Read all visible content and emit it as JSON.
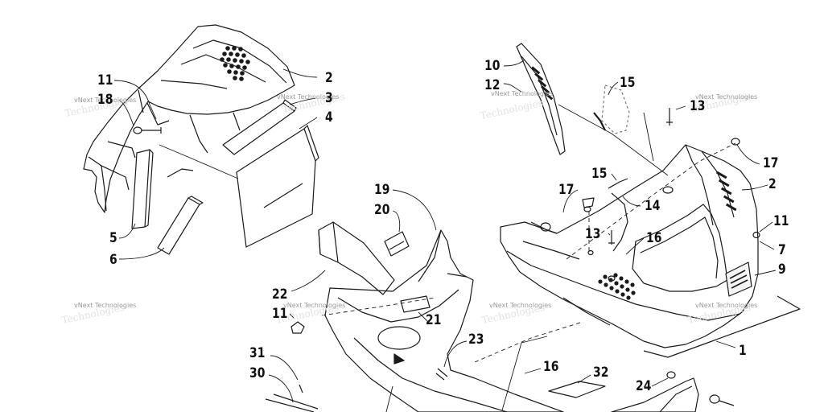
{
  "callouts": {
    "c10": "10",
    "c12": "12",
    "c11a": "11",
    "c18": "18",
    "c2a": "2",
    "c3": "3",
    "c4": "4",
    "c5": "5",
    "c6": "6",
    "c15a": "15",
    "c13a": "13",
    "c17a": "17",
    "c2b": "2",
    "c15b": "15",
    "c17b": "17",
    "c14": "14",
    "c11b": "11",
    "c13b": "13",
    "c16a": "16",
    "c7": "7",
    "c9": "9",
    "c19": "19",
    "c20": "20",
    "c22": "22",
    "c11c": "11",
    "c21": "21",
    "c23": "23",
    "c1": "1",
    "c31": "31",
    "c30": "30",
    "c16b": "16",
    "c32": "32",
    "c24": "24"
  },
  "watermark": {
    "text": "vNext Technologies",
    "ghost": "Technologies"
  },
  "colors": {
    "ink": "#111111",
    "watermark": "#9a9a9a"
  }
}
